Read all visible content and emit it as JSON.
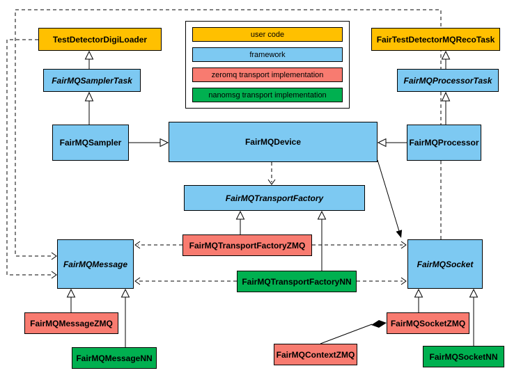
{
  "colors": {
    "user_code": "#FFC000",
    "framework": "#7DC9F2",
    "zeromq": "#F87B70",
    "nanomsg": "#00B050",
    "line": "#000000"
  },
  "legend": {
    "items": [
      {
        "label": "user code"
      },
      {
        "label": "framework"
      },
      {
        "label": "zeromq transport implementation"
      },
      {
        "label": "nanomsg transport implementation"
      }
    ]
  },
  "classes": {
    "digi_loader": {
      "label": "TestDetectorDigiLoader"
    },
    "reco_task": {
      "label": "FairTestDetectorMQRecoTask"
    },
    "sampler_task": {
      "label": "FairMQSamplerTask"
    },
    "processor_task": {
      "label": "FairMQProcessorTask"
    },
    "sampler": {
      "label": "FairMQSampler"
    },
    "device": {
      "label": "FairMQDevice"
    },
    "processor": {
      "label": "FairMQProcessor"
    },
    "transport_factory": {
      "label": "FairMQTransportFactory"
    },
    "transport_factory_zmq": {
      "label": "FairMQTransportFactoryZMQ"
    },
    "transport_factory_nn": {
      "label": "FairMQTransportFactoryNN"
    },
    "message": {
      "label": "FairMQMessage"
    },
    "socket": {
      "label": "FairMQSocket"
    },
    "message_zmq": {
      "label": "FairMQMessageZMQ"
    },
    "message_nn": {
      "label": "FairMQMessageNN"
    },
    "context_zmq": {
      "label": "FairMQContextZMQ"
    },
    "socket_zmq": {
      "label": "FairMQSocketZMQ"
    },
    "socket_nn": {
      "label": "FairMQSocketNN"
    }
  }
}
